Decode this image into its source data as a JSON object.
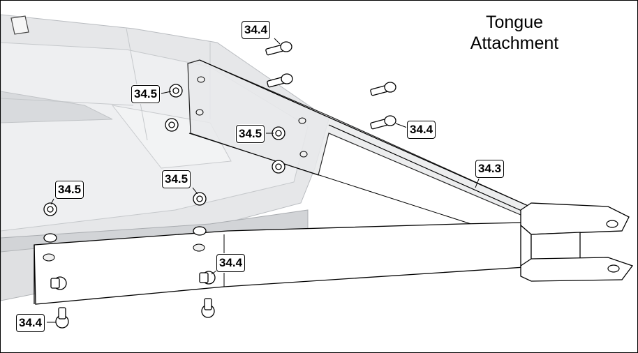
{
  "title": {
    "line1": "Tongue",
    "line2": "Attachment"
  },
  "callouts": {
    "c1": "34.4",
    "c2": "34.5",
    "c3": "34.5",
    "c4": "34.4",
    "c5": "34.3",
    "c6": "34.5",
    "c7": "34.5",
    "c8": "34.4",
    "c9": "34.4"
  },
  "colors": {
    "frame_fill": "#e6e7e9",
    "frame_shade": "#d2d4d7",
    "line": "#000000"
  }
}
